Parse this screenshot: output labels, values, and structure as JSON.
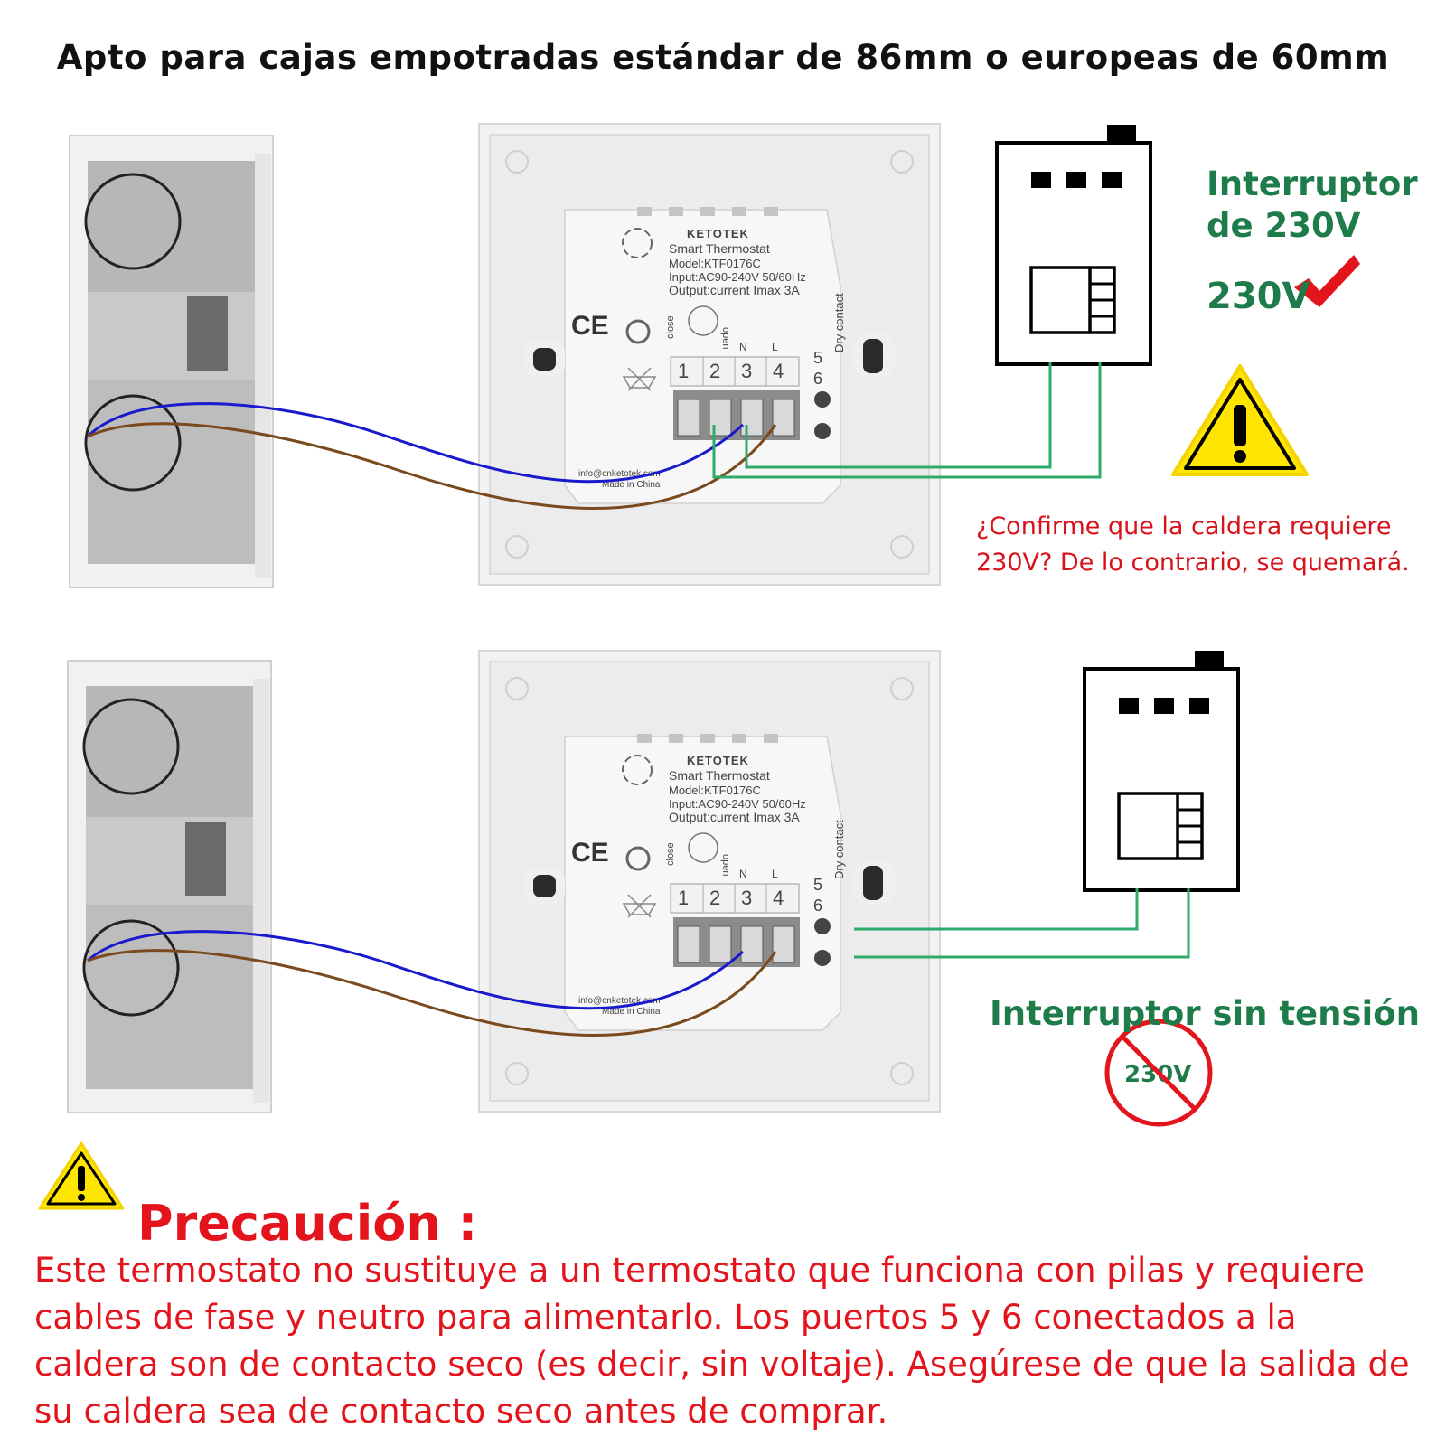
{
  "header": {
    "title": "Apto para cajas empotradas estándar de 86mm o europeas de 60mm"
  },
  "thermostat_label": {
    "brand": "KETOTEK",
    "product": "Smart Thermostat",
    "model": "Model:KTF0176C",
    "input": "Input:AC90-240V 50/60Hz",
    "output": "Output:current Imax 3A",
    "dry_contact": "Dry contact",
    "close": "close",
    "open": "open",
    "n": "N",
    "l": "L",
    "terminals": [
      "1",
      "2",
      "3",
      "4"
    ],
    "dry_terminals": [
      "5",
      "6"
    ],
    "email": "info@cnketotek.com",
    "made_in": "Made in China",
    "ce": "CE"
  },
  "switch_230": {
    "label_line1": "Interruptor",
    "label_line2": "de 230V",
    "voltage": "230V",
    "warning": "¿Confirme que la caldera requiere 230V? De lo contrario, se quemará."
  },
  "switch_dry": {
    "label": "Interruptor sin tensión",
    "no_voltage": "230V"
  },
  "caution": {
    "title": "Precaución :",
    "body": "Este termostato no sustituye a un termostato que funciona con pilas y requiere cables de fase y neutro para alimentarlo. Los puertos 5 y 6 conectados a la caldera son de contacto seco (es decir, sin voltaje). Asegúrese de que la salida de su caldera sea de contacto seco antes de comprar."
  },
  "colors": {
    "neutral_wire": "#1a1acc",
    "live_wire": "#7a4a1e",
    "boiler_wire": "#2eaa6a",
    "warning_red": "#e3141c",
    "label_green": "#1e7c4a",
    "hazard_yellow": "#ffe600"
  },
  "icons": [
    "warning-triangle-icon",
    "check-mark-icon",
    "prohibited-icon",
    "recycle-icon",
    "weee-bin-icon"
  ]
}
